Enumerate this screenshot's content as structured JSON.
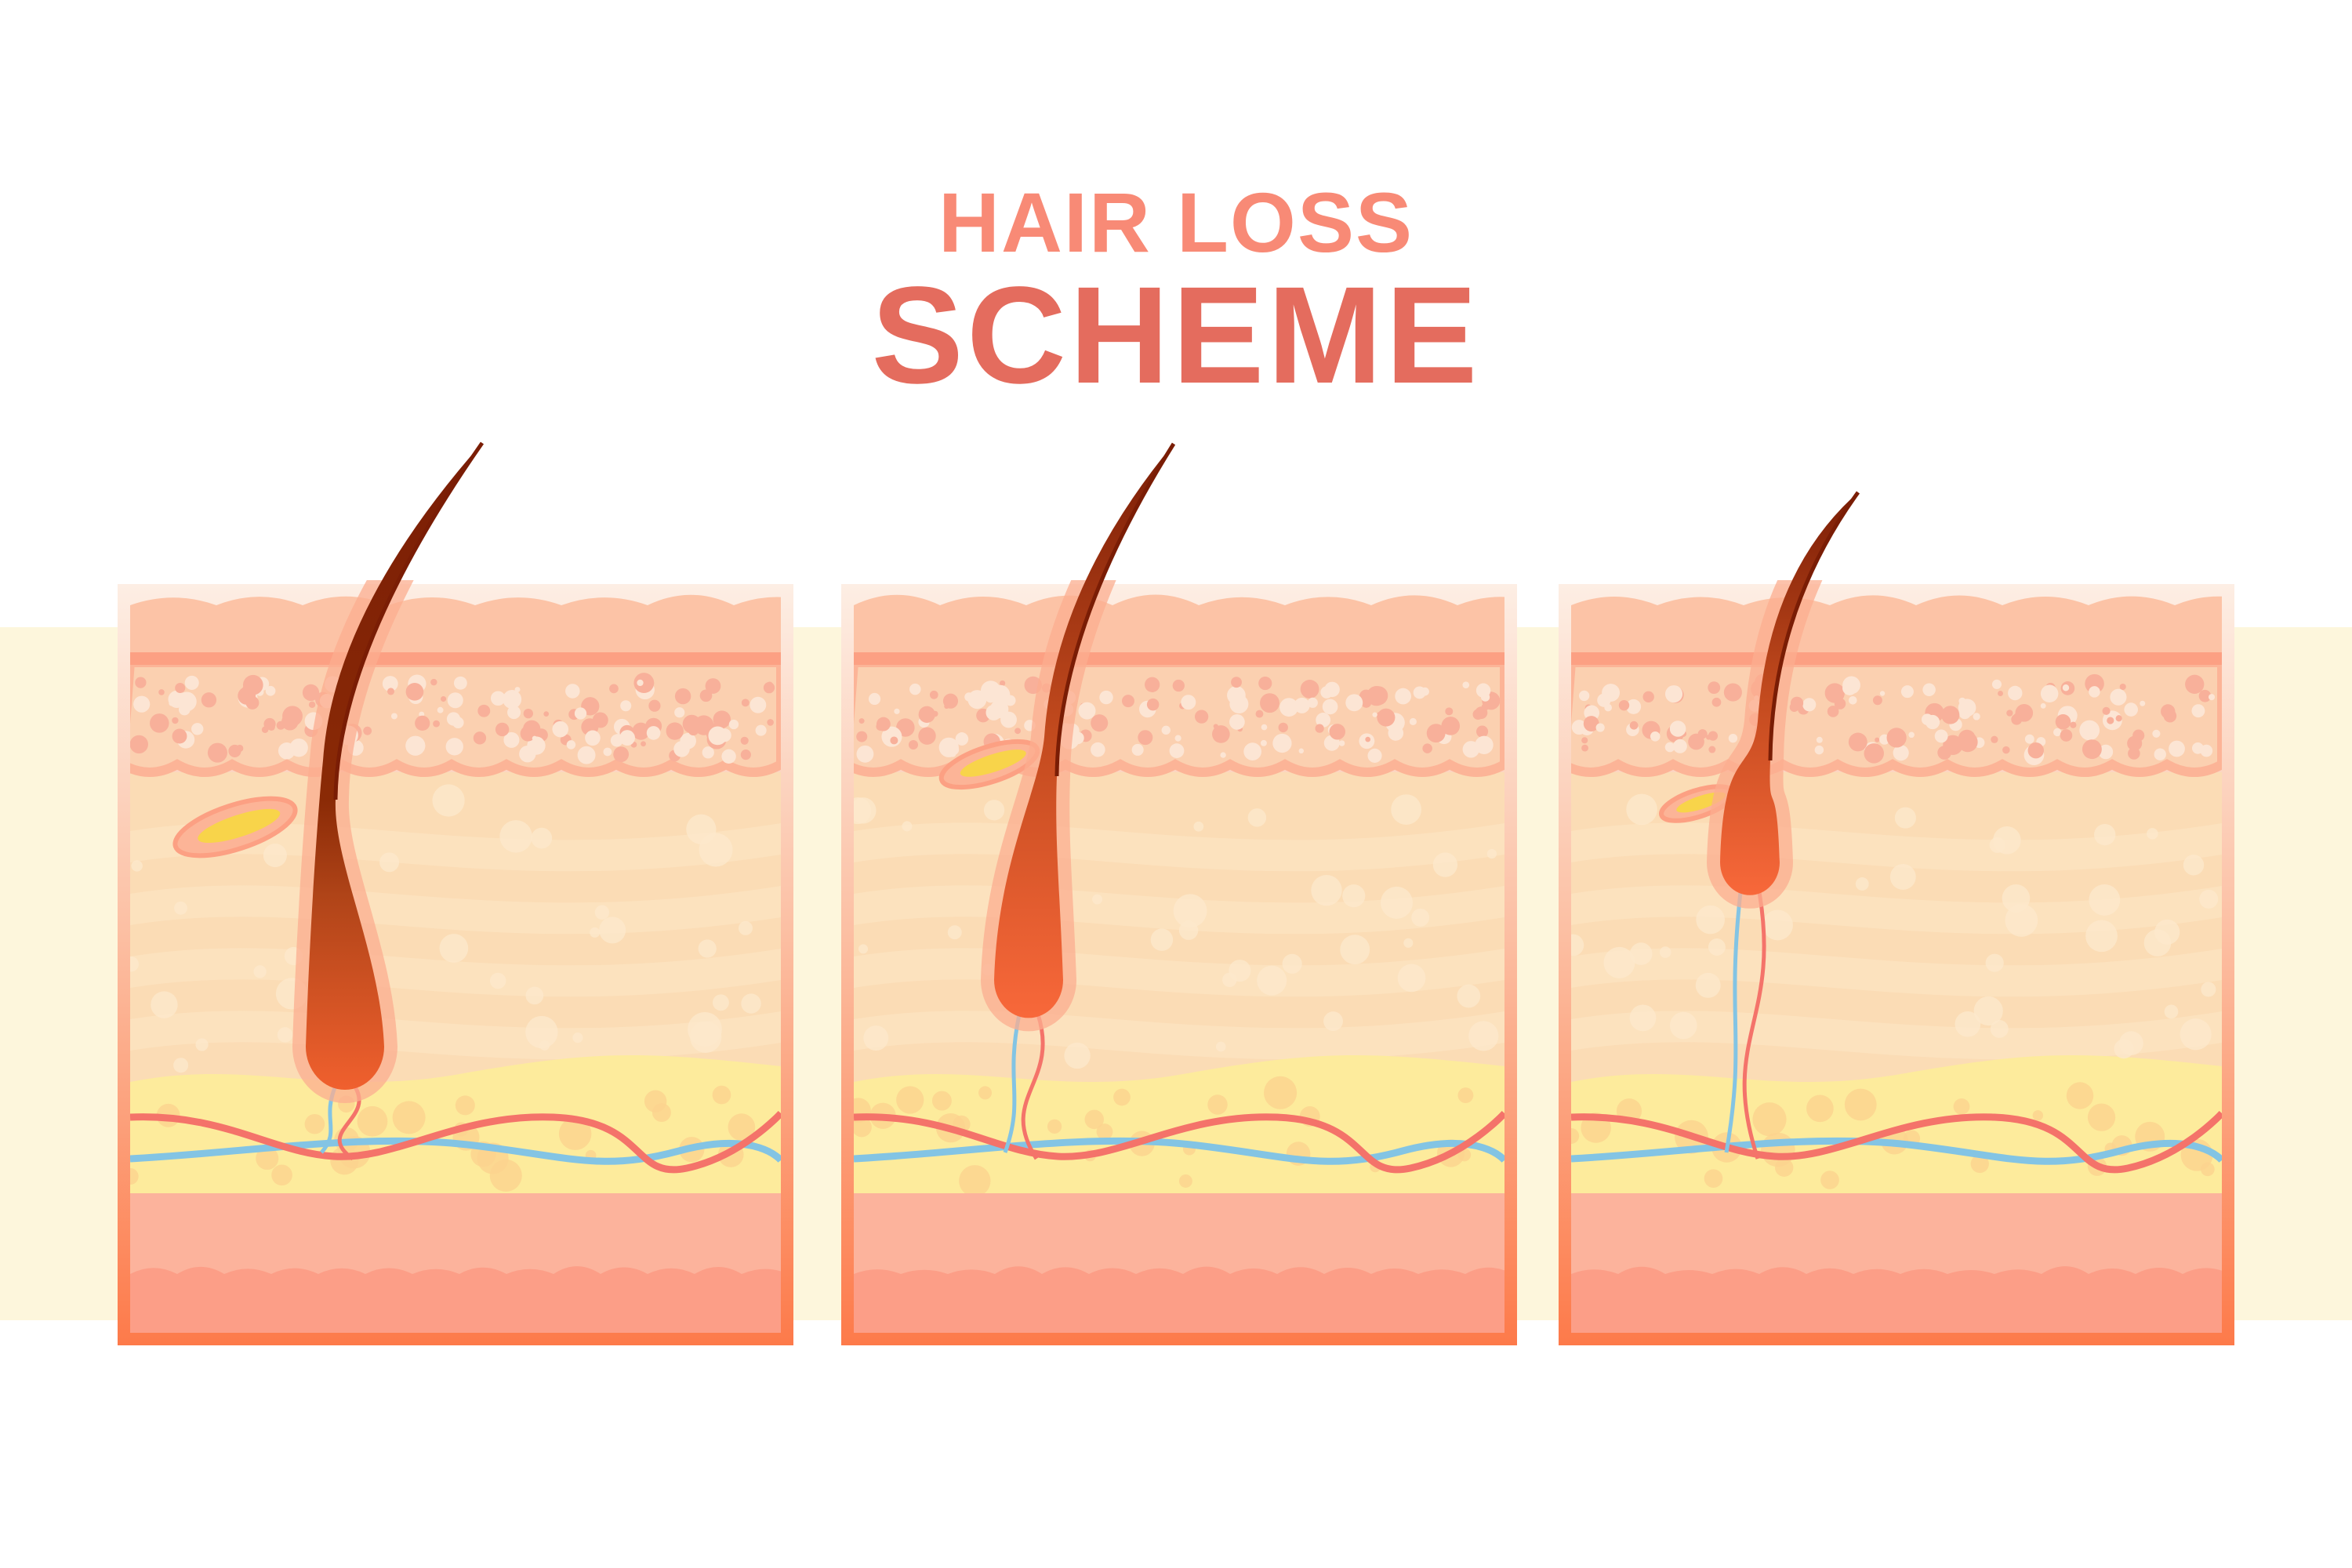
{
  "title": {
    "line1": "HAIR LOSS",
    "line2": "SCHEME"
  },
  "colors": {
    "title_light": "#f88a76",
    "title_dark": "#e46c5e",
    "background_band": "#fdf6dc",
    "hair": "#7a1d05",
    "artery": "#f4736a",
    "vein": "#83c4e4",
    "fat": "#fdeb9c",
    "frame": "#fd7a4a"
  },
  "panels": [
    {
      "stage": "healthy"
    },
    {
      "stage": "thinning"
    },
    {
      "stage": "miniaturized"
    }
  ]
}
